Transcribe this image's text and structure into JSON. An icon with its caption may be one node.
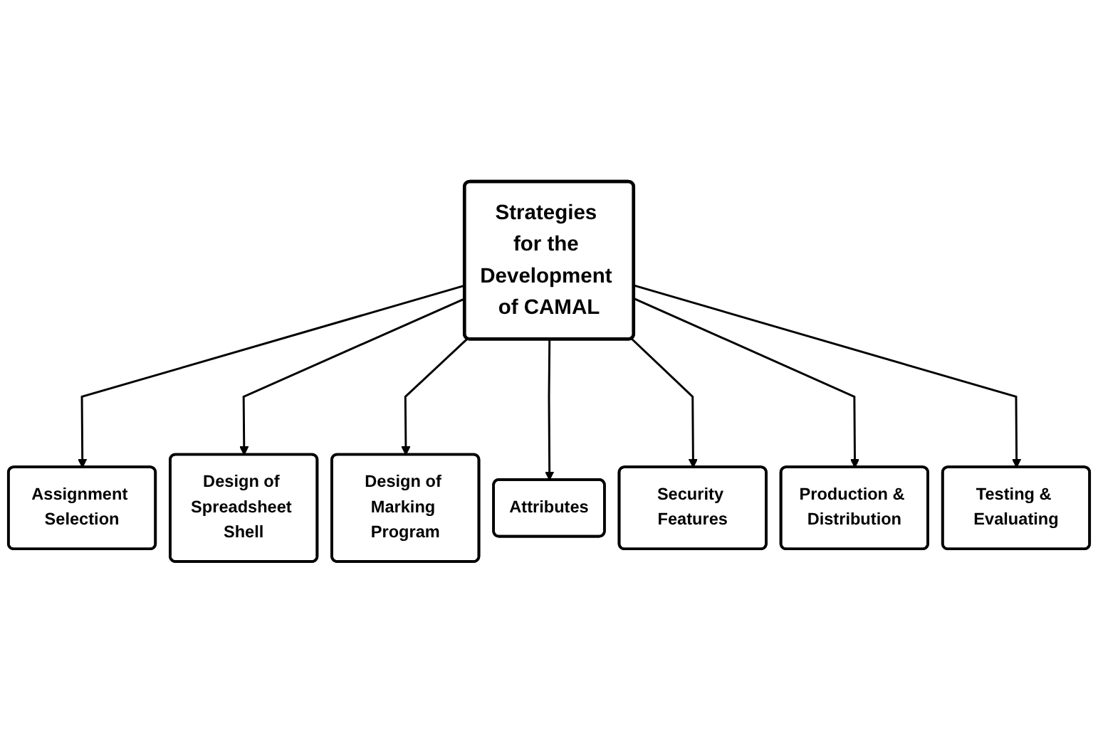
{
  "diagram": {
    "nodes": [
      {
        "text": [
          "Strategies for the Development of CAMAL"
        ]
      },
      {
        "text": [
          "Assignment Selection"
        ]
      },
      {
        "text": [
          "Design of Spreadsheet Shell"
        ]
      },
      {
        "text": [
          "Design of Marking Program"
        ]
      },
      {
        "text": [
          "Attributes"
        ]
      },
      {
        "text": [
          "Security Features"
        ]
      },
      {
        "text": [
          "Production & Distribution"
        ]
      },
      {
        "text": [
          "Testing & Evaluating"
        ]
      }
    ],
    "edges": [
      {
        "from": 0,
        "to": 1,
        "arrow": "to"
      },
      {
        "from": 0,
        "to": 2,
        "arrow": "to"
      },
      {
        "from": 0,
        "to": 3,
        "arrow": "to"
      },
      {
        "from": 0,
        "to": 4,
        "arrow": "to"
      },
      {
        "from": 0,
        "to": 5,
        "arrow": "to"
      },
      {
        "from": 0,
        "to": 6,
        "arrow": "to"
      },
      {
        "from": 0,
        "to": 7,
        "arrow": "to"
      }
    ]
  }
}
